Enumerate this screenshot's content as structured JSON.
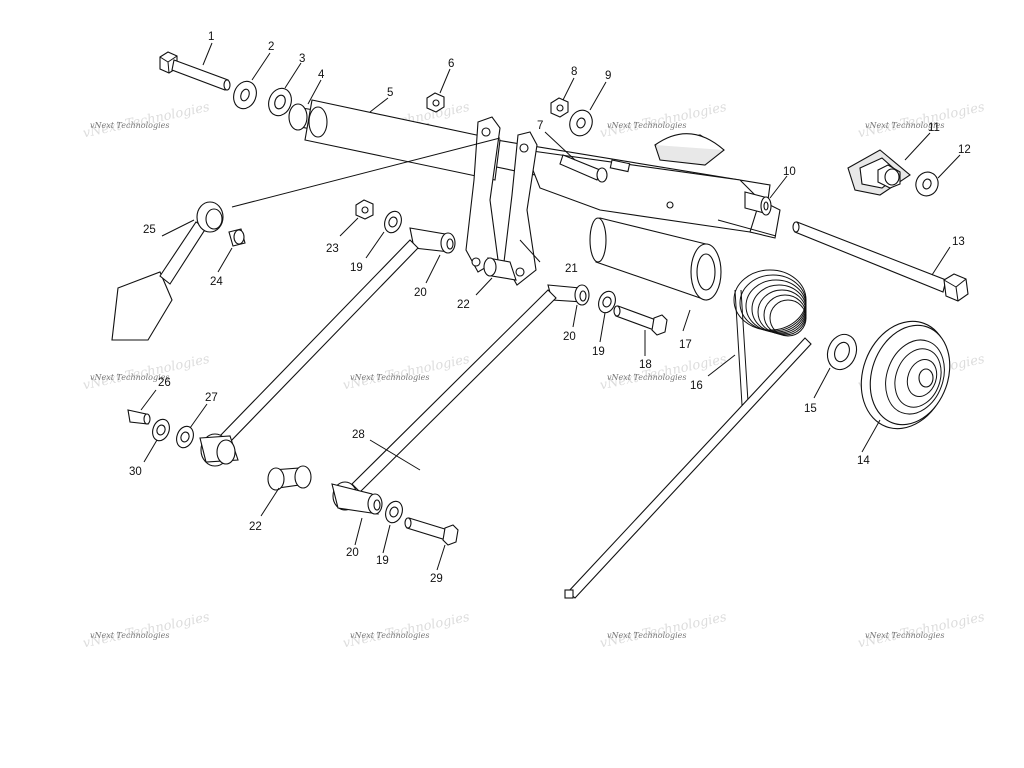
{
  "watermark": {
    "text": "vNext Technologies"
  },
  "callouts": [
    {
      "id": "1",
      "label": "1"
    },
    {
      "id": "2",
      "label": "2"
    },
    {
      "id": "3",
      "label": "3"
    },
    {
      "id": "4",
      "label": "4"
    },
    {
      "id": "5",
      "label": "5"
    },
    {
      "id": "6",
      "label": "6"
    },
    {
      "id": "7",
      "label": "7"
    },
    {
      "id": "8",
      "label": "8"
    },
    {
      "id": "9",
      "label": "9"
    },
    {
      "id": "10",
      "label": "10"
    },
    {
      "id": "11",
      "label": "11"
    },
    {
      "id": "12",
      "label": "12"
    },
    {
      "id": "13",
      "label": "13"
    },
    {
      "id": "14",
      "label": "14"
    },
    {
      "id": "15",
      "label": "15"
    },
    {
      "id": "16",
      "label": "16"
    },
    {
      "id": "17",
      "label": "17"
    },
    {
      "id": "18",
      "label": "18"
    },
    {
      "id": "19a",
      "label": "19"
    },
    {
      "id": "19b",
      "label": "19"
    },
    {
      "id": "19c",
      "label": "19"
    },
    {
      "id": "20a",
      "label": "20"
    },
    {
      "id": "20b",
      "label": "20"
    },
    {
      "id": "20c",
      "label": "20"
    },
    {
      "id": "21",
      "label": "21"
    },
    {
      "id": "22a",
      "label": "22"
    },
    {
      "id": "22b",
      "label": "22"
    },
    {
      "id": "23",
      "label": "23"
    },
    {
      "id": "24",
      "label": "24"
    },
    {
      "id": "25",
      "label": "25"
    },
    {
      "id": "26",
      "label": "26"
    },
    {
      "id": "27",
      "label": "27"
    },
    {
      "id": "28",
      "label": "28"
    },
    {
      "id": "29",
      "label": "29"
    },
    {
      "id": "30",
      "label": "30"
    }
  ]
}
